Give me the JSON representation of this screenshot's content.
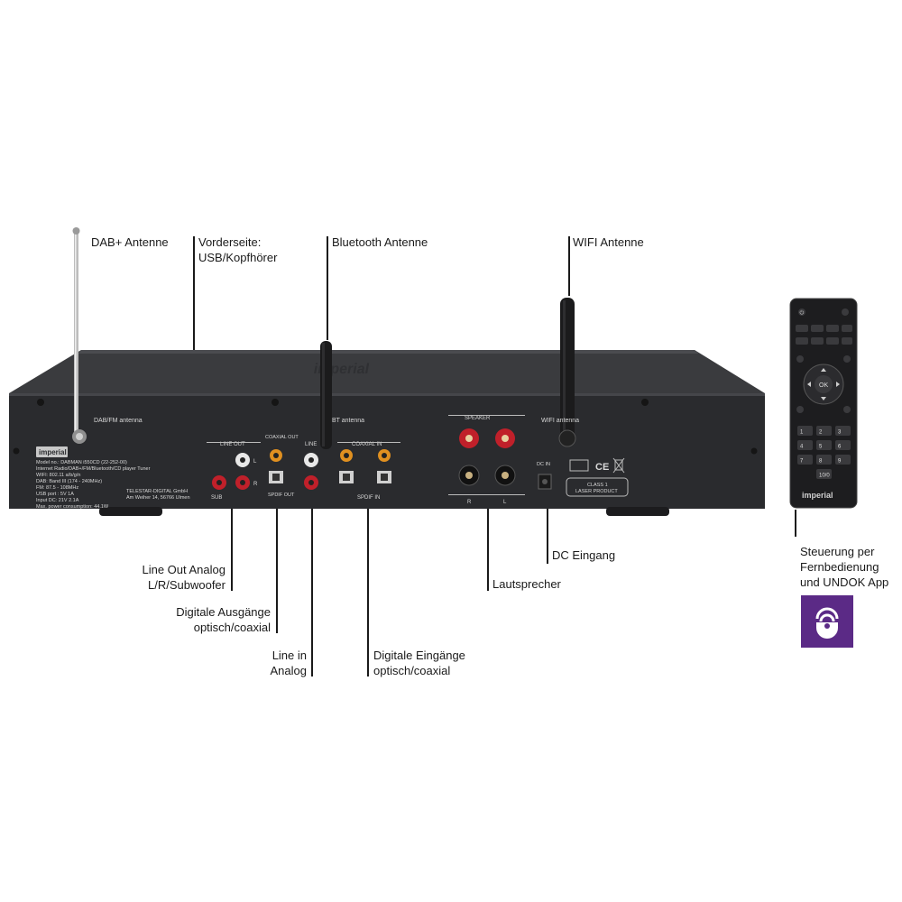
{
  "callouts": {
    "dab_antenna": "DAB+ Antenne",
    "front_line1": "Vorderseite:",
    "front_line2": "USB/Kopfhörer",
    "bluetooth_antenna": "Bluetooth Antenne",
    "wifi_antenna": "WIFI Antenne",
    "line_out_line1": "Line Out Analog",
    "line_out_line2": "L/R/Subwoofer",
    "digital_out_line1": "Digitale Ausgänge",
    "digital_out_line2": "optisch/coaxial",
    "line_in_line1": "Line in",
    "line_in_line2": "Analog",
    "digital_in_line1": "Digitale Eingänge",
    "digital_in_line2": "optisch/coaxial",
    "speaker": "Lautsprecher",
    "dc_in": "DC Eingang",
    "remote_line1": "Steuerung per",
    "remote_line2": "Fernbedienung",
    "remote_line3": "und UNDOK App"
  },
  "panel": {
    "brand": "imperial",
    "dab_fm_label": "DAB/FM antenna",
    "line_out_label": "LINE OUT",
    "coaxial_out_label": "COAXIAL OUT",
    "sub_label": "SUB",
    "l_label": "L",
    "r_label": "R",
    "spdif_out_label": "SPDIF OUT",
    "line_label": "LINE",
    "coaxial_in_label": "COAXIAL IN",
    "spdif_in_label": "SPDIF IN",
    "speaker_label": "SPEAKER",
    "dc_in_label": "DC IN",
    "class1_line1": "CLASS 1",
    "class1_line2": "LASER PRODUCT",
    "info_lines": [
      "Model no.: DABMAN i550CD (22-252-00)",
      "Internet Radio/DAB+/FM/Bluetooth/CD player Tuner",
      "WIFI: 802.11 a/b/g/n",
      "DAB: Band III (174 - 240MHz)",
      "FM: 87.5 - 108MHz",
      "USB port : 5V 1A",
      "Input DC: 21V 2.1A",
      "Max. power consumption: 44.1W"
    ],
    "manufacturer_line1": "TELESTAR-DIGITAL GmbH",
    "manufacturer_line2": "Am Weiher 14, 56766 Ulmen",
    "wifi_antenna_label": "WIFI antenna",
    "bt_antenna_label": "BT antenna"
  },
  "remote": {
    "brand": "imperial",
    "ok_label": "OK",
    "keys": [
      "1",
      "2",
      "3",
      "4",
      "5",
      "6",
      "7",
      "8",
      "9",
      "10/0"
    ]
  },
  "colors": {
    "device_body": "#2a2b2e",
    "device_top": "#3a3b3e",
    "terminal_red": "#c0202a",
    "app_purple": "#5b2a86"
  }
}
